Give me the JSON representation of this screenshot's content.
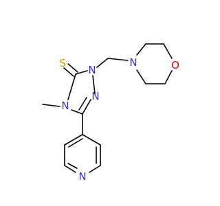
{
  "molecule": {
    "atoms": [
      {
        "id": "S",
        "label": "S"
      },
      {
        "id": "C5",
        "label": ""
      },
      {
        "id": "N1",
        "label": "N"
      },
      {
        "id": "N2",
        "label": "N"
      },
      {
        "id": "C3",
        "label": ""
      },
      {
        "id": "N4",
        "label": "N"
      },
      {
        "id": "CH3",
        "label": ""
      },
      {
        "id": "CH2",
        "label": ""
      },
      {
        "id": "Nm",
        "label": "N"
      },
      {
        "id": "Om",
        "label": "O"
      },
      {
        "id": "Np",
        "label": "N"
      }
    ],
    "colors": {
      "bond": "#000000",
      "nitrogen": "#3333cc",
      "oxygen": "#e00000",
      "sulfur": "#c8a000",
      "carbon": "#000000"
    }
  }
}
